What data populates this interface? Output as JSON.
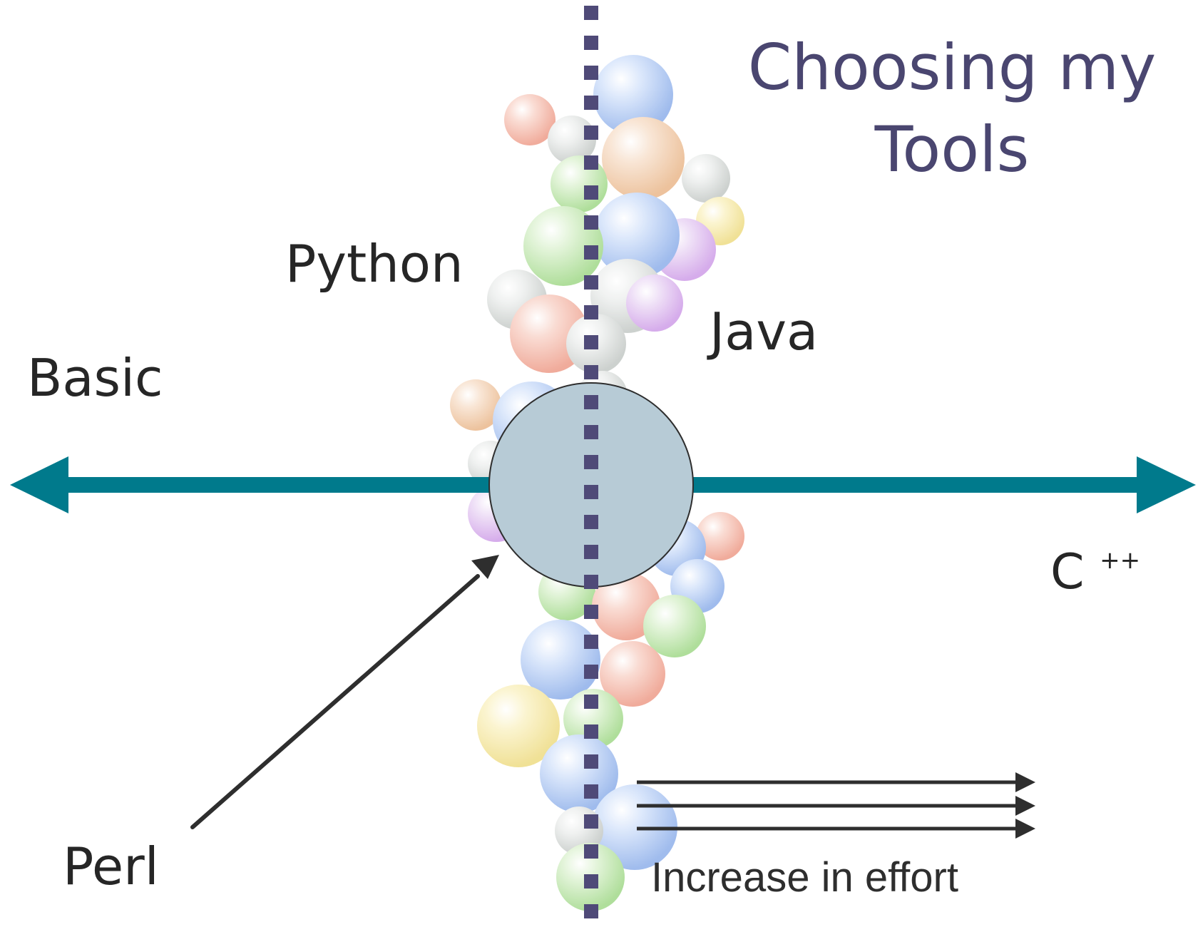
{
  "title": {
    "line1": "Choosing my",
    "line2": "Tools"
  },
  "languages": {
    "python": "Python",
    "java": "Java",
    "basic": "Basic",
    "cpp_base": "C",
    "cpp_superscript": "++",
    "perl": "Perl"
  },
  "effort_label": "Increase in effort",
  "colors": {
    "title": "#4a4670",
    "axis_arrow": "#007a8c",
    "dotted_line": "#4f4a78",
    "center_circle": "#b7cbd6",
    "text": "#262626"
  }
}
